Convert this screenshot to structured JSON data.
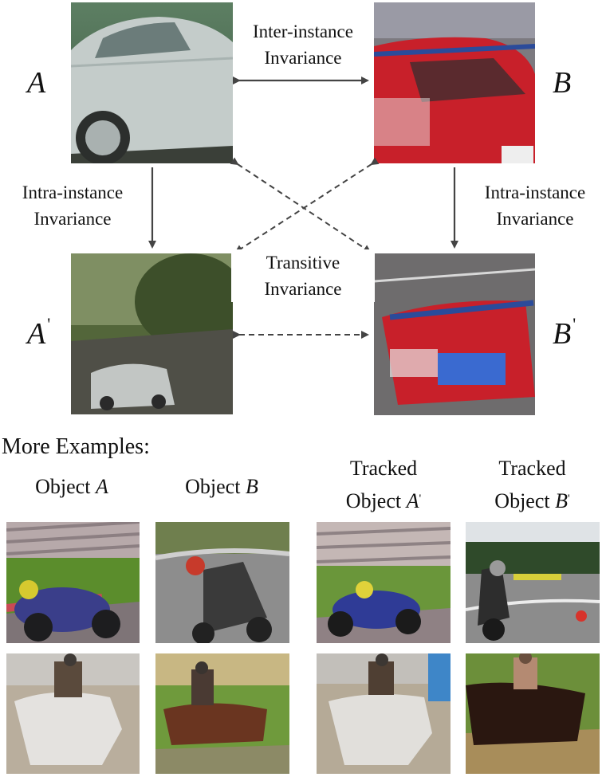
{
  "labels": {
    "a": "A",
    "b": "B",
    "a_prime": "A",
    "b_prime": "B",
    "prime": "'"
  },
  "captions": {
    "inter_line1": "Inter-instance",
    "inter_line2": "Invariance",
    "intra_left_line1": "Intra-instance",
    "intra_left_line2": "Invariance",
    "intra_right_line1": "Intra-instance",
    "intra_right_line2": "Invariance",
    "transitive_line1": "Transitive",
    "transitive_line2": "Invariance"
  },
  "examples": {
    "title": "More Examples:",
    "col1_prefix": "Object ",
    "col1_var": "A",
    "col2_prefix": "Object ",
    "col2_var": "B",
    "col3_line1": "Tracked",
    "col3_prefix": "Object ",
    "col3_var": "A",
    "col4_line1": "Tracked",
    "col4_prefix": "Object ",
    "col4_var": "B",
    "prime": "'"
  },
  "colors": {
    "arrow": "#444444",
    "car_silver": "#c4ccca",
    "car_red": "#c8202a",
    "grass": "#6f9a3c",
    "sand": "#b9ae9d"
  }
}
